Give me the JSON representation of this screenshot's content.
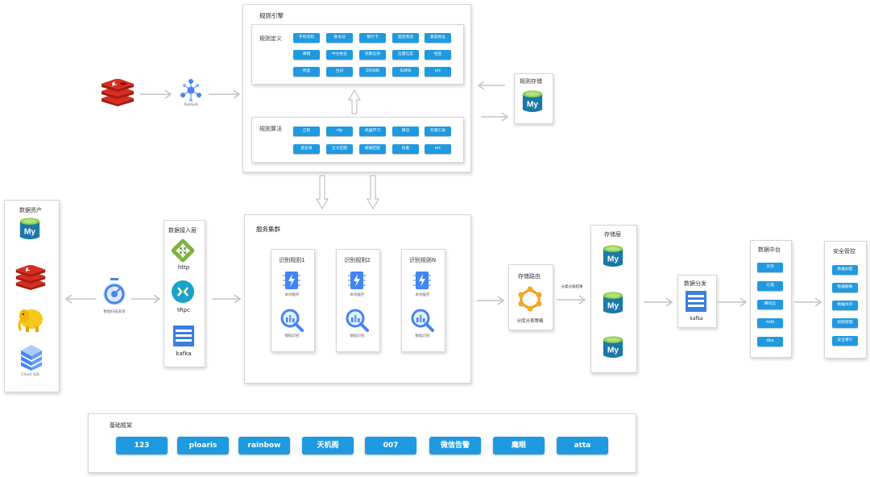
{
  "rule_engine": {
    "title": "规则引擎",
    "definition": {
      "label": "规则定义",
      "chips": [
        "手机号码",
        "身份证",
        "银行卡",
        "固定电话",
        "家庭地址",
        "邮箱",
        "中文姓名",
        "宗教信仰",
        "位置信息",
        "经度",
        "纬度",
        "生日",
        "QQ号码",
        "车牌号",
        "etc"
      ]
    },
    "algorithm": {
      "label": "规则算法",
      "chips": [
        "正则",
        "nlp",
        "机器学习",
        "算法",
        "开源工具",
        "黑名单",
        "全文匹配",
        "模糊匹配",
        "权重",
        "etc"
      ]
    }
  },
  "pubsub_label": "PubSub",
  "rule_storage_label": "规则存储",
  "data_assets": {
    "title": "数据资产",
    "cloudsql_label": "Cloud SQL"
  },
  "data_scan_label": "数据扫描发现",
  "access_layer": {
    "title": "数据接入层",
    "items": [
      "http",
      "tRpc",
      "kafka"
    ]
  },
  "service_cluster": {
    "title": "服务集群",
    "nodes": [
      {
        "title": "识别规则1",
        "cache": "本地缓存",
        "identify": "数据识别"
      },
      {
        "title": "识别规则2",
        "cache": "本地缓存",
        "identify": "数据识别"
      },
      {
        "title": "识别规则N",
        "cache": "本地缓存",
        "identify": "数据识别"
      }
    ]
  },
  "storage_route": {
    "title": "存储路由",
    "sub": "分库分表策略"
  },
  "route_arrow_label": "分类分级结果",
  "storage_layer": {
    "title": "存储层"
  },
  "data_distribution": {
    "title": "数据分发",
    "sub": "kafka"
  },
  "data_middle": {
    "title": "数据中台",
    "chips": [
      "天穹",
      "灯塔",
      "腾讯云",
      "mdb",
      "dba"
    ]
  },
  "security": {
    "title": "安全管控",
    "chips": [
      "数据加密",
      "数据脱敏",
      "数据水印",
      "权限管理",
      "安全审计"
    ]
  },
  "foundation": {
    "title": "基础框架",
    "chips": [
      "123",
      "ploaris",
      "rainbow",
      "天机阁",
      "007",
      "微信告警",
      "鹰眼",
      "atta"
    ]
  }
}
